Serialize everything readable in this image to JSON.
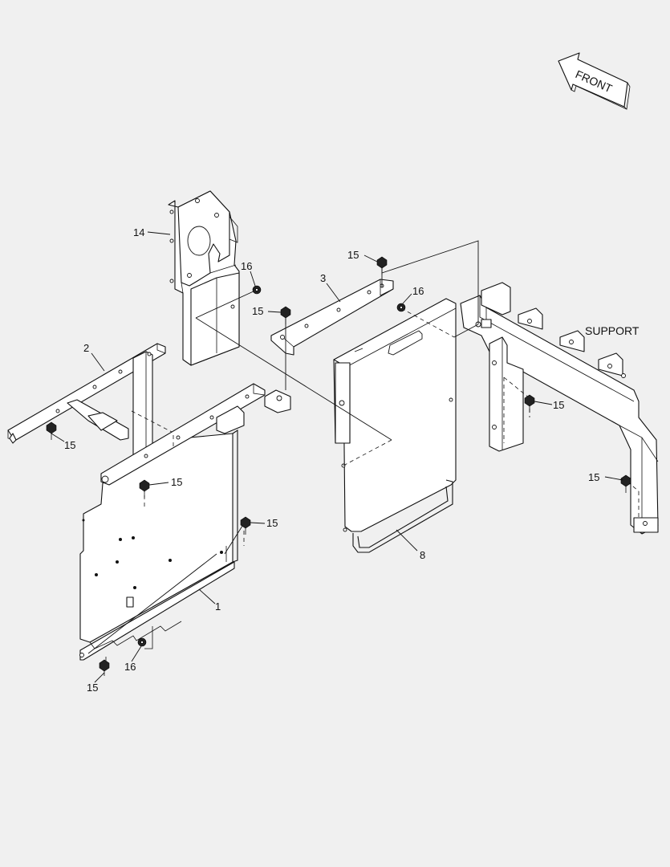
{
  "labels": {
    "front": "FRONT",
    "support": "SUPPORT",
    "part_1": "1",
    "part_2": "2",
    "part_3": "3",
    "part_8": "8",
    "part_14": "14",
    "bolt_15": "15",
    "washer_16": "16"
  },
  "colors": {
    "background": "#f0f0f0",
    "line": "#111111",
    "fill": "#ffffff"
  }
}
